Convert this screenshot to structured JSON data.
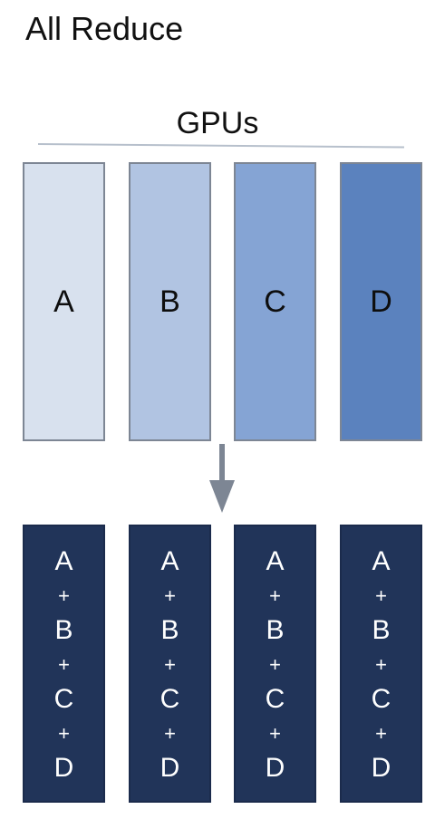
{
  "title": "All Reduce",
  "group_label": "GPUs",
  "colors": {
    "a_fill": "#d8e1ee",
    "b_fill": "#b1c4e2",
    "c_fill": "#85a4d4",
    "d_fill": "#5b82be",
    "result_fill": "#213459",
    "arrow": "#7d8694"
  },
  "gpu_inputs": [
    {
      "label": "A"
    },
    {
      "label": "B"
    },
    {
      "label": "C"
    },
    {
      "label": "D"
    }
  ],
  "gpu_outputs": [
    {
      "lines": [
        "A",
        "+",
        "B",
        "+",
        "C",
        "+",
        "D"
      ]
    },
    {
      "lines": [
        "A",
        "+",
        "B",
        "+",
        "C",
        "+",
        "D"
      ]
    },
    {
      "lines": [
        "A",
        "+",
        "B",
        "+",
        "C",
        "+",
        "D"
      ]
    },
    {
      "lines": [
        "A",
        "+",
        "B",
        "+",
        "C",
        "+",
        "D"
      ]
    }
  ]
}
